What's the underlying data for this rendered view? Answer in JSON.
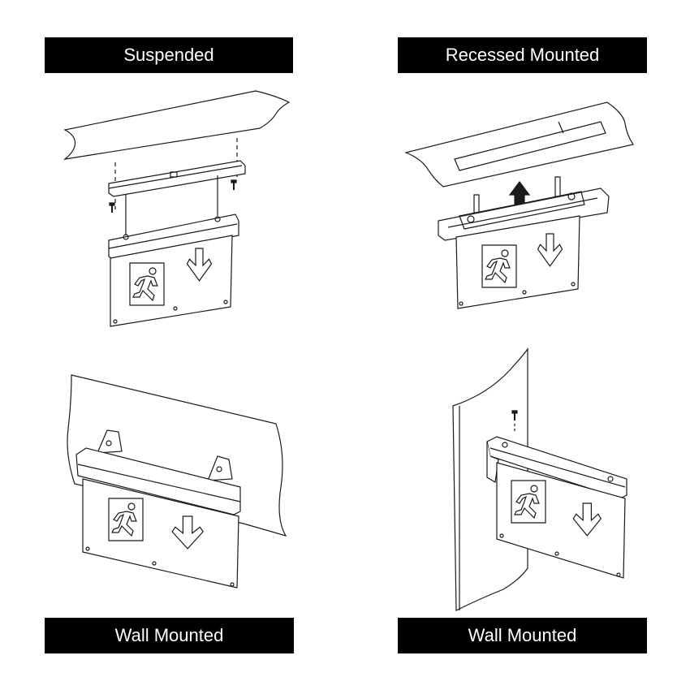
{
  "labels": {
    "top_left": "Suspended",
    "top_right": "Recessed Mounted",
    "bottom_left": "Wall Mounted",
    "bottom_right": "Wall Mounted"
  },
  "colors": {
    "label_bg": "#000000",
    "label_text": "#ffffff",
    "line": "#1a1a1a",
    "background": "#ffffff"
  },
  "icons": [
    "running-man-icon",
    "down-arrow-icon",
    "up-arrow-icon",
    "screw-icon"
  ]
}
